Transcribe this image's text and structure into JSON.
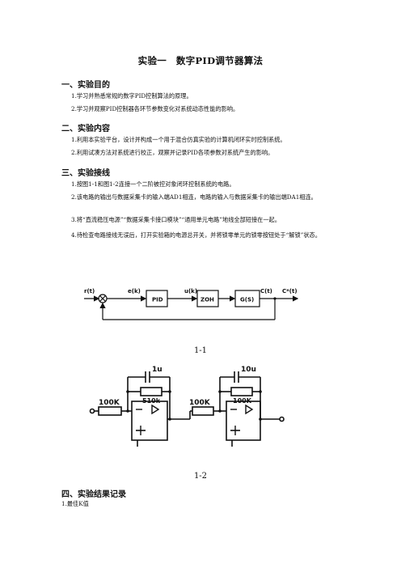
{
  "title": "实验一　数字PID调节器算法",
  "sections": [
    {
      "heading": "一、实验目的",
      "items": [
        "1.学习并熟悉常规的数字PID控制算法的原理。",
        "2.学习并观察PID控制器各环节参数变化对系统动态性能的影响。"
      ]
    },
    {
      "heading": "二、实验内容",
      "items": [
        "1.利用本实验平台，设计并构成一个用于混合仿真实验的计算机闭环实时控制系统。",
        "2.利用试凑方法对系统进行校正，观察并记录PID各项参数对系统产生的影响。"
      ]
    },
    {
      "heading": "三、实验接线",
      "items": [
        "1.按图1-1和图1-2连接一个二阶被控对象闭环控制系统的电路。",
        "2.该电路的输出与数据采集卡的输入端AD1相连，电路的输入与数据采集卡的输出端DA1相连。",
        "3.将“直流稳压电源”“数据采集卡接口模块”“通用单元电路”地线全部短接在一起。",
        "4.待检查电路接线无误后，打开实验箱的电源总开关，并将锁零单元的锁零按钮处于“解锁”状态。"
      ]
    },
    {
      "heading": "四、实验结果记录",
      "items": [
        "1.最佳K值"
      ]
    }
  ],
  "figure1": {
    "caption": "1-1",
    "signals": {
      "input": "r(t)",
      "error": "e(k)",
      "control": "u(k)",
      "output": "C(t)",
      "output2": "C*(t)"
    },
    "blocks": {
      "pid": "PID",
      "zoh": "ZOH",
      "plant": "G(S)"
    }
  },
  "figure2": {
    "caption": "1-2",
    "stage1": {
      "input_resistor": "100K",
      "feedback_resistor": "510k",
      "feedback_capacitor": "1u"
    },
    "stage2": {
      "input_resistor": "100K",
      "feedback_resistor": "100K",
      "feedback_capacitor": "10u"
    }
  }
}
